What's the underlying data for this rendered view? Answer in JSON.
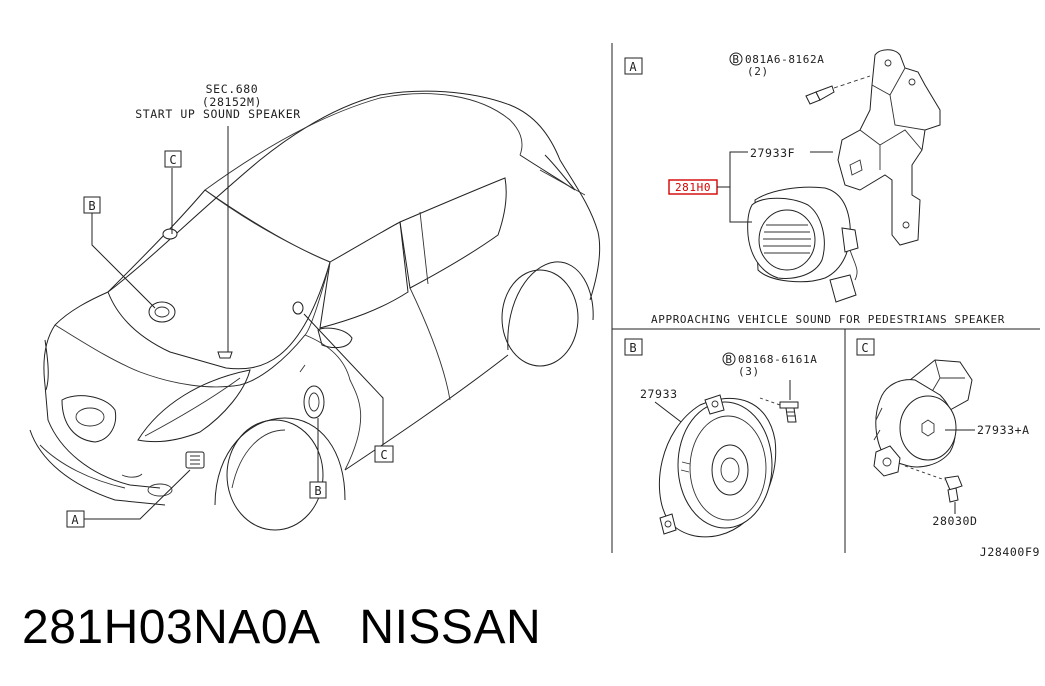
{
  "sec_ref": {
    "line1": "SEC.680",
    "line2": "(28152M)",
    "line3": "START UP SOUND SPEAKER"
  },
  "callouts": {
    "a": "A",
    "b": "B",
    "c": "C"
  },
  "panel_a": {
    "tag": "A",
    "bolt_symbol": "B",
    "bolt_code": "081A6-8162A",
    "bolt_qty": "(2)",
    "bracket_part": "27933F",
    "highlight_part": "281H0",
    "title": "APPROACHING VEHICLE SOUND FOR PEDESTRIANS SPEAKER"
  },
  "panel_b": {
    "tag": "B",
    "bolt_symbol": "B",
    "bolt_code": "08168-6161A",
    "bolt_qty": "(3)",
    "speaker_part": "27933"
  },
  "panel_c": {
    "tag": "C",
    "tweeter_part": "27933+A",
    "screw_part": "28030D"
  },
  "diagram_id": "J28400F9",
  "caption": {
    "part_number": "281H03NA0A",
    "brand": "NISSAN"
  },
  "colors": {
    "highlight": "#d40000",
    "line": "#222222",
    "background": "#ffffff"
  }
}
